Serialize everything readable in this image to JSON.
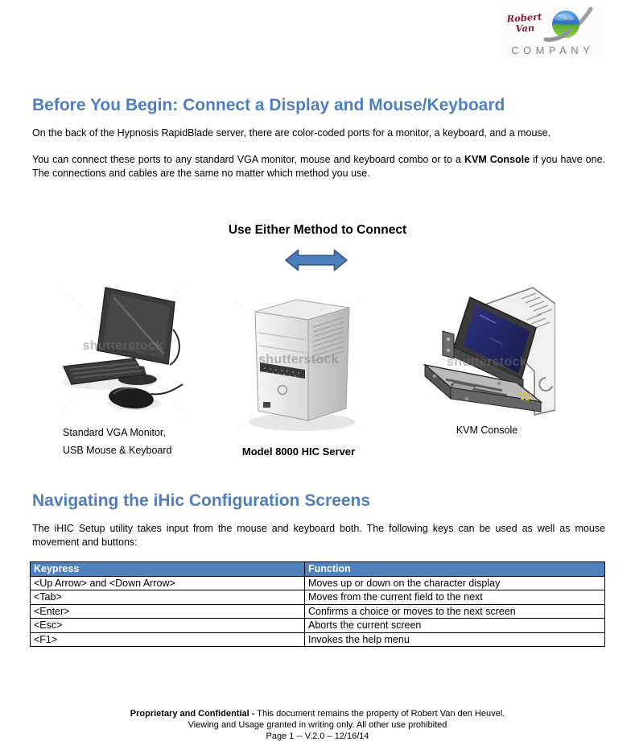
{
  "logo": {
    "name_line1": "Robert",
    "name_line2": "Van",
    "company": "COMPANY"
  },
  "section1": {
    "heading": "Before You Begin: Connect a Display and Mouse/Keyboard",
    "para1": "On the back of the Hypnosis RapidBlade server, there are color-coded ports for a monitor, a keyboard, and a mouse.",
    "para2_pre": "You can connect these ports to any standard VGA monitor, mouse and keyboard combo or to a ",
    "para2_bold": "KVM Console",
    "para2_post": " if you have one. The connections and cables are the same no matter which method you use."
  },
  "diagram": {
    "heading": "Use Either Method to Connect",
    "watermark": "shutterstock",
    "captions": {
      "monitor_line1": "Standard VGA Monitor,",
      "monitor_line2": "USB Mouse & Keyboard",
      "server": "Model 8000 HIC Server",
      "kvm": "KVM Console"
    }
  },
  "section2": {
    "heading": "Navigating the iHic Configuration Screens",
    "para1": "The iHIC Setup utility takes input from the mouse and keyboard both. The following keys can be used as well as mouse movement and buttons:"
  },
  "table": {
    "headers": [
      "Keypress",
      "Function"
    ],
    "rows": [
      [
        "<Up Arrow> and <Down Arrow>",
        "Moves up or down on the character display"
      ],
      [
        "<Tab>",
        "Moves from the current field to the next"
      ],
      [
        "<Enter>",
        "Confirms a choice or moves to the next screen"
      ],
      [
        "<Esc>",
        "Aborts the current screen"
      ],
      [
        "<F1>",
        "Invokes the help menu"
      ]
    ]
  },
  "footer": {
    "line1_bold": "Proprietary and Confidential -",
    "line1_rest": " This document remains the property of Robert Van den Heuvel.",
    "line2": "Viewing and Usage granted in writing only. All other use prohibited",
    "line3": "Page 1 -- V.2.0 – 12/16/14"
  },
  "colors": {
    "heading_blue": "#4d7ebf",
    "table_header_bg": "#4f81bd",
    "arrow_fill": "#4c7dbb",
    "arrow_stroke": "#2f5580",
    "logo_script_red": "#8a1d2d"
  }
}
